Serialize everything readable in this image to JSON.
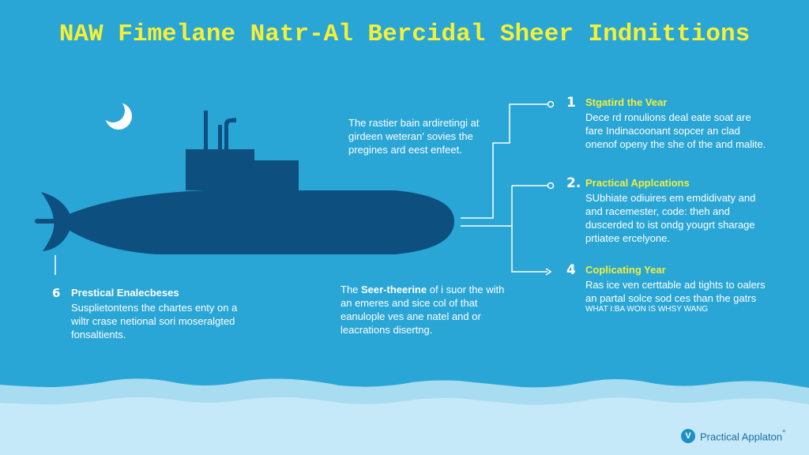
{
  "title": "NAW Fimelane Natr-Al Bercidal Sheer Indnittions",
  "colors": {
    "background": "#2aa6d6",
    "title": "#f5f037",
    "heading": "#f2ee3a",
    "submarine": "#0d4f7e",
    "wave_mid": "#a8dcf0",
    "wave_light": "#c5e9f8",
    "brand_text": "#1d6ea0"
  },
  "intro_text": "The rastier bain ardiretingi at girdeen weteran' sovies the pregines ard eest enfeet.",
  "center_note": {
    "bold": "Seer-theerine",
    "prefix": "The ",
    "rest": " of i suor the with an emeres and sice col of that eanulople ves ane natel and or leacrations disertng."
  },
  "items": [
    {
      "number": "1",
      "heading": "Stgatird the Vear",
      "body": "Dece rd ronulions deal eate soat are fare Indinacoonant sopcer an clad onenof openy the she of the and malite."
    },
    {
      "number": "2.",
      "heading": "Practical Applcations",
      "body": "SUbhiate odiuires em emdidivaty and and racemester, code: theh and duscerded to ist ondg yougrt sharage prtiatee ercelyone."
    },
    {
      "number": "4",
      "heading": "Coplicating Year",
      "body": "Ras ice ven certtable ad tights to oalers an partal solce sod ces than the gatrs",
      "footnote": "WHAT I:BA WON IS WHSY WANG"
    },
    {
      "number": "6",
      "heading": "Prestical Enalecbeses",
      "body": "Susplietontens the chartes enty on a wiltr crase netional sori moseralgted fonsaltients."
    }
  ],
  "icons": {
    "moon": "crescent-moon",
    "submarine": "submarine-silhouette",
    "brand": "v-logo"
  },
  "brand": {
    "logo_letter": "V",
    "name": "Practical Applaton",
    "mark": "°"
  }
}
